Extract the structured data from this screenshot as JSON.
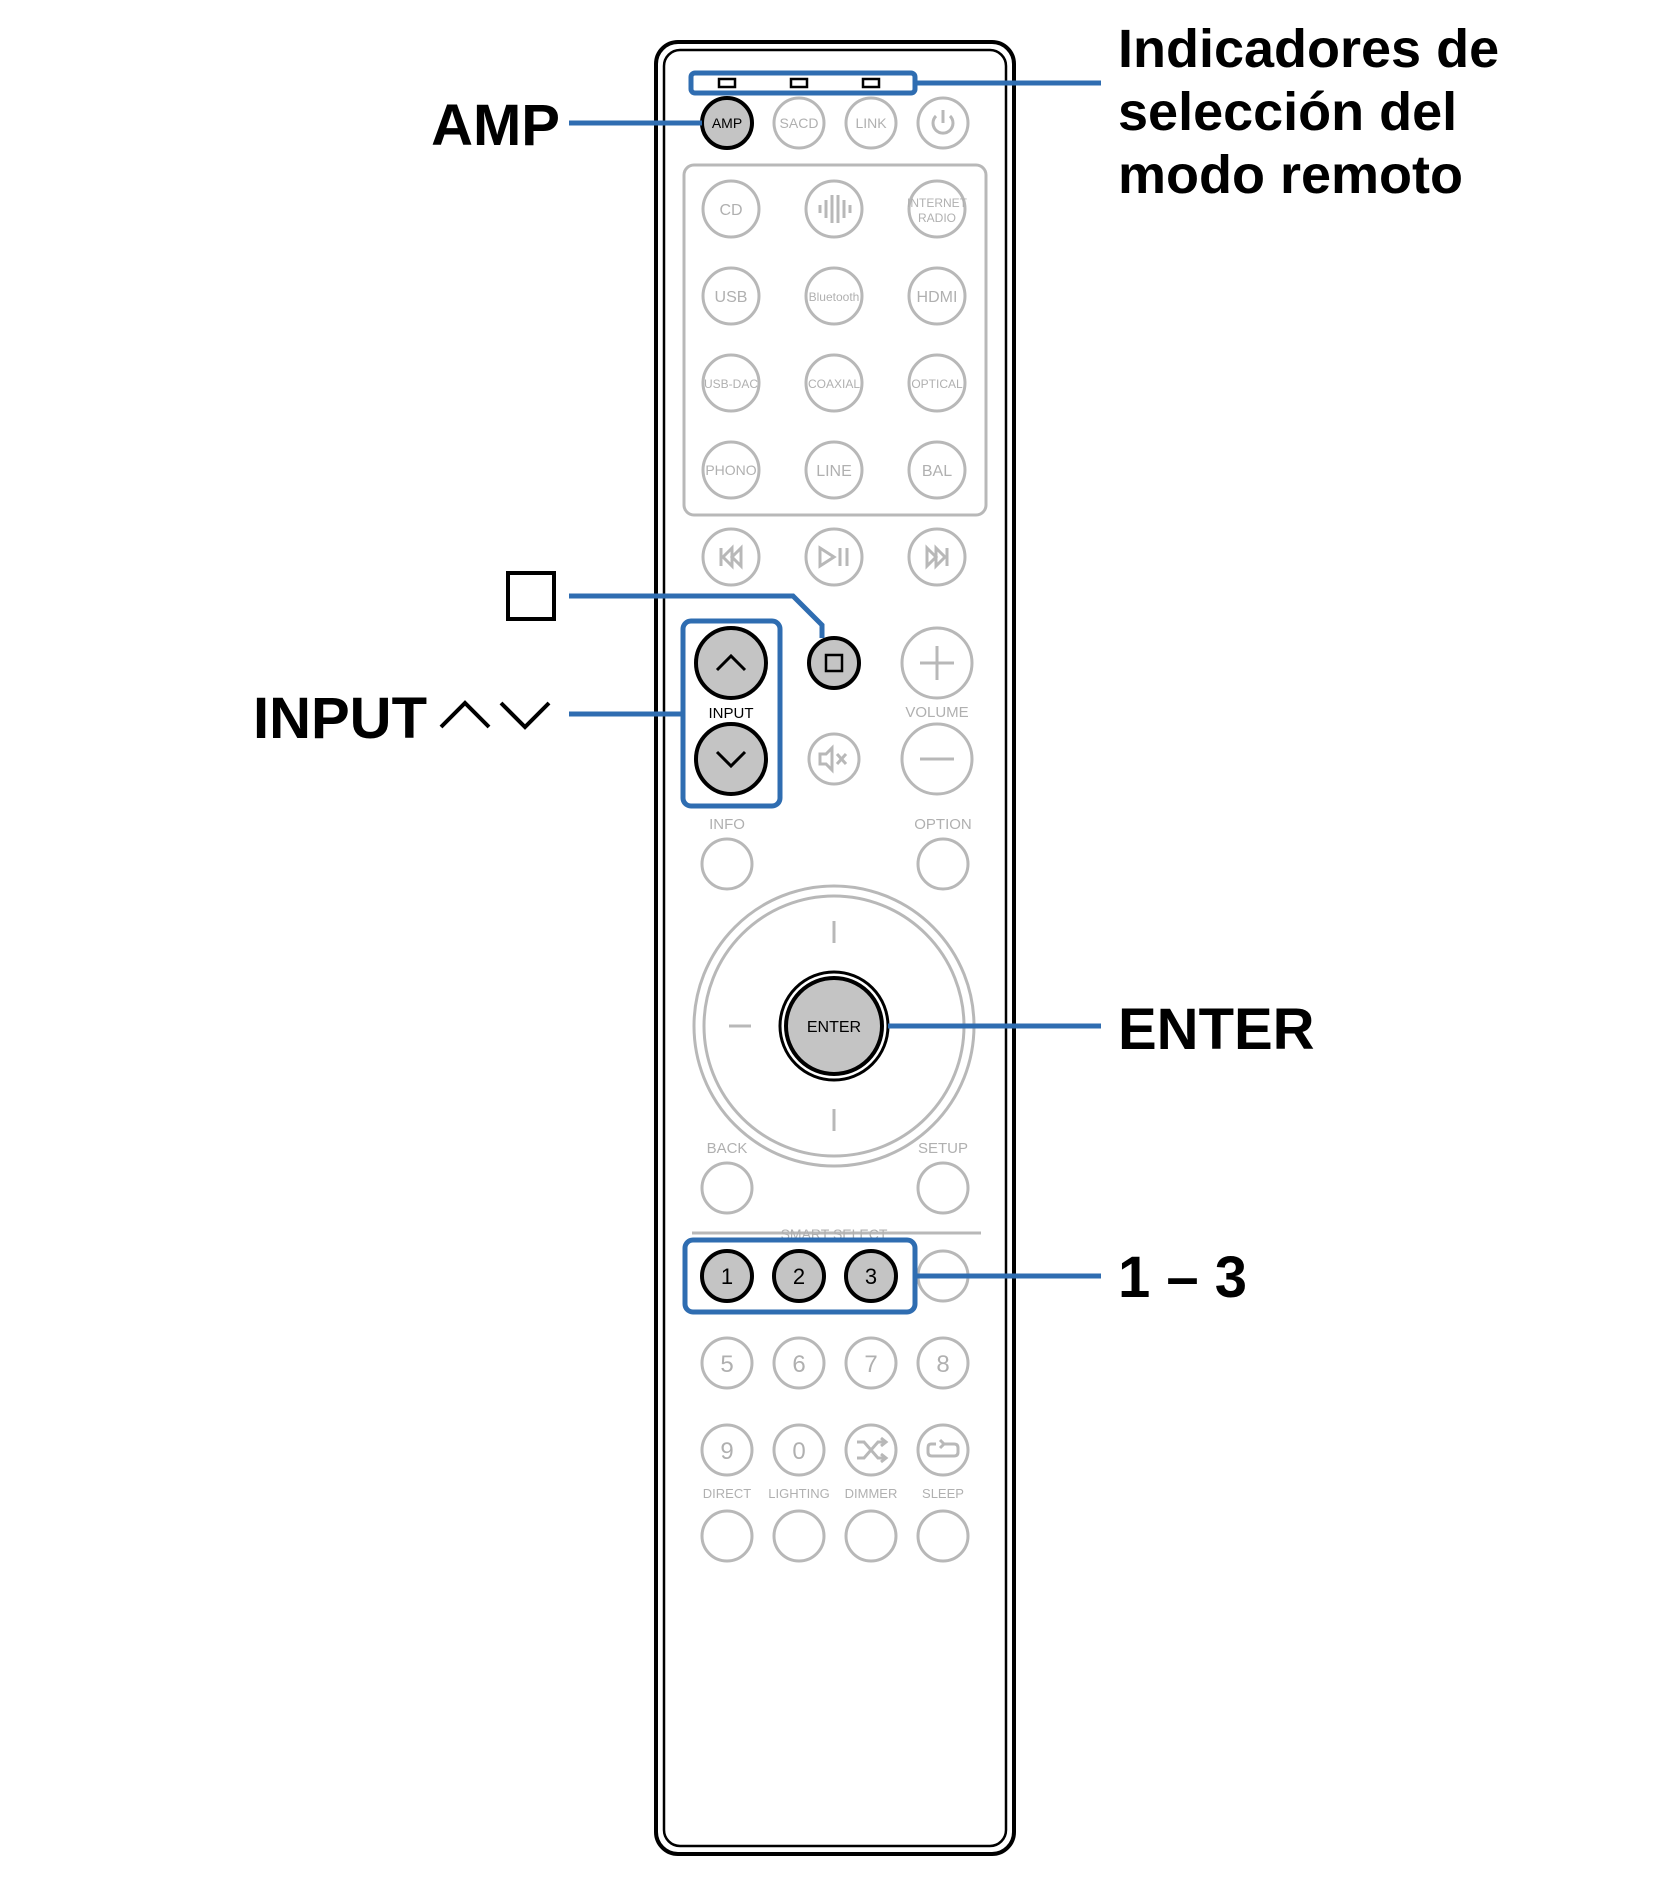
{
  "colors": {
    "callout_line": "#2f6db1",
    "highlight_button_fill": "#c4c4c4",
    "inactive_outline": "#b8b8b8"
  },
  "callouts": {
    "amp": "AMP",
    "indicators_line1": "Indicadores de",
    "indicators_line2": "selección del",
    "indicators_line3": "modo remoto",
    "stop_glyph": "□",
    "input": "INPUT",
    "input_arrows": "∧∨",
    "enter": "ENTER",
    "smart_range": "1 – 3"
  },
  "remote": {
    "mode_buttons": {
      "amp": "AMP",
      "sacd": "SACD",
      "link": "LINK",
      "power_icon": "power-icon"
    },
    "source_buttons": {
      "cd": "CD",
      "heos_icon": "heos-icon",
      "internet_radio_1": "INTERNET",
      "internet_radio_2": "RADIO",
      "usb": "USB",
      "bluetooth": "Bluetooth",
      "hdmi": "HDMI",
      "usb_dac": "USB-DAC",
      "coaxial": "COAXIAL",
      "optical": "OPTICAL",
      "phono": "PHONO",
      "line": "LINE",
      "bal": "BAL"
    },
    "transport_icons": [
      "skip-back-icon",
      "play-pause-icon",
      "skip-forward-icon",
      "stop-icon"
    ],
    "labels": {
      "input": "INPUT",
      "volume": "VOLUME",
      "info": "INFO",
      "option": "OPTION",
      "enter": "ENTER",
      "back": "BACK",
      "setup": "SETUP",
      "smart_select": "SMART SELECT"
    },
    "smart_buttons": [
      "1",
      "2",
      "3"
    ],
    "number_buttons_row1": [
      "5",
      "6",
      "7",
      "8"
    ],
    "number_buttons_row2": [
      "9",
      "0"
    ],
    "bottom_labels": {
      "direct": "DIRECT",
      "lighting": "LIGHTING",
      "dimmer": "DIMMER",
      "sleep": "SLEEP"
    }
  }
}
